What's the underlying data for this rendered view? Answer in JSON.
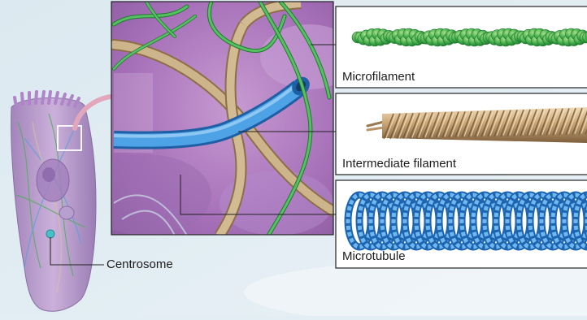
{
  "labels": {
    "centrosome": "Centrosome",
    "microfilament": "Microfilament",
    "intermediate_filament": "Intermediate filament",
    "microtubule": "Microtubule"
  },
  "colors": {
    "background": "#e3eef4",
    "cell_body": "#b48fc7",
    "zoom_background": "#a56fb6",
    "microfilament_green": "#3ea94a",
    "intermediate_filament_tan": "#c9ab82",
    "microtubule_blue": "#3d8fd6",
    "callout_arrow": "#e3a7bd"
  }
}
